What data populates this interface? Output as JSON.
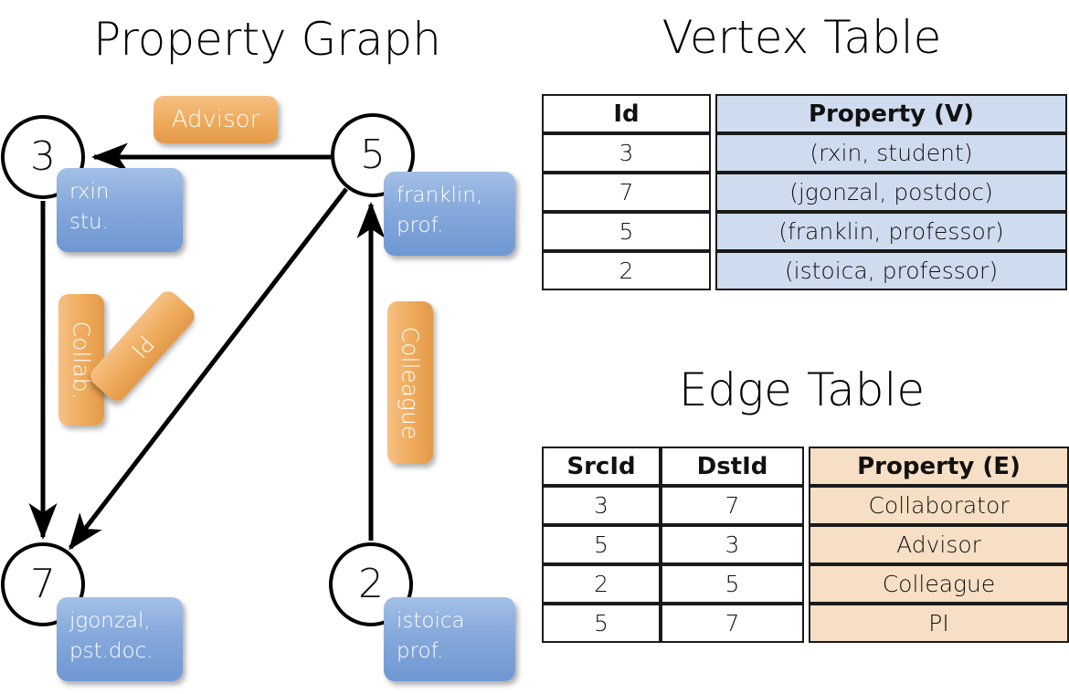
{
  "titles": {
    "property_graph": "Property Graph",
    "vertex_table": "Vertex Table",
    "edge_table": "Edge Table"
  },
  "graph": {
    "vertices": [
      {
        "id": "3",
        "property": "rxin\nstu.",
        "name": "rxin",
        "role": "stu."
      },
      {
        "id": "5",
        "property": "franklin,\nprof.",
        "name": "franklin,",
        "role": "prof."
      },
      {
        "id": "7",
        "property": "jgonzal,\npst.doc.",
        "name": "jgonzal,",
        "role": "pst.doc."
      },
      {
        "id": "2",
        "property": "istoica\nprof.",
        "name": "istoica",
        "role": "prof."
      }
    ],
    "edge_labels": {
      "advisor": "Advisor",
      "collab": "Collab.",
      "pi": "PI",
      "colleague": "Colleague"
    },
    "edges": [
      {
        "src": "5",
        "dst": "3",
        "label": "Advisor"
      },
      {
        "src": "3",
        "dst": "7",
        "label": "Collab."
      },
      {
        "src": "5",
        "dst": "7",
        "label": "PI"
      },
      {
        "src": "2",
        "dst": "5",
        "label": "Colleague"
      }
    ]
  },
  "vertex_table": {
    "headers": [
      "Id",
      "Property (V)"
    ],
    "rows": [
      {
        "id": "3",
        "property": "(rxin, student)"
      },
      {
        "id": "7",
        "property": "(jgonzal, postdoc)"
      },
      {
        "id": "5",
        "property": "(franklin, professor)"
      },
      {
        "id": "2",
        "property": "(istoica, professor)"
      }
    ]
  },
  "edge_table": {
    "headers": [
      "SrcId",
      "DstId",
      "Property (E)"
    ],
    "rows": [
      {
        "src": "3",
        "dst": "7",
        "property": "Collaborator"
      },
      {
        "src": "5",
        "dst": "3",
        "property": "Advisor"
      },
      {
        "src": "2",
        "dst": "5",
        "property": "Colleague"
      },
      {
        "src": "5",
        "dst": "7",
        "property": "PI"
      }
    ]
  },
  "colors": {
    "vertex_property_fill": "#cfdcef",
    "edge_property_fill": "#f6dfc5",
    "callout_blue": "#86a9dc",
    "label_orange": "#eeaa5b",
    "stroke": "#000000"
  }
}
